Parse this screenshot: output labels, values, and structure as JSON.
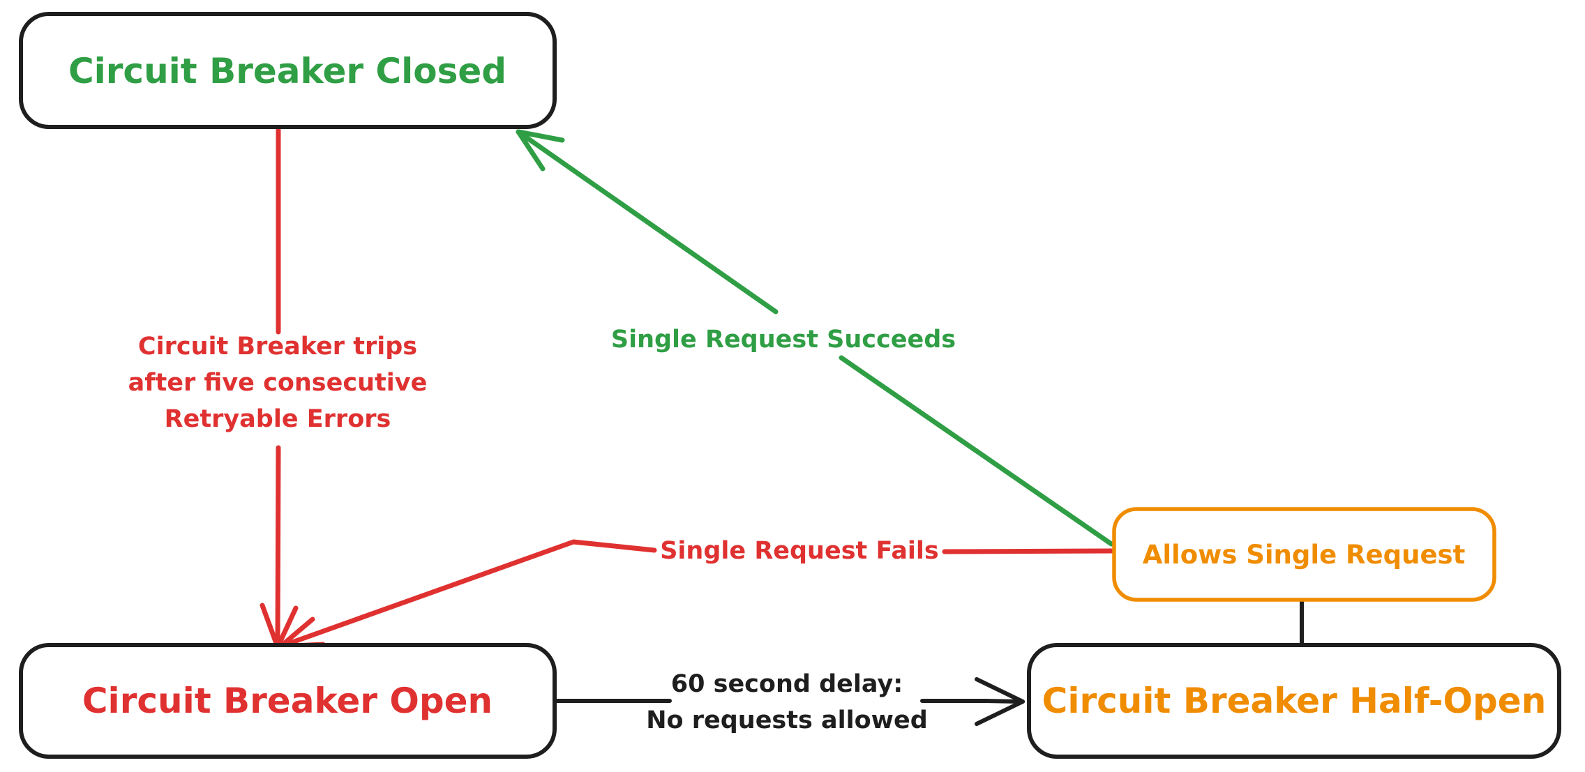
{
  "diagram_name": "circuit-breaker-state-diagram",
  "colors": {
    "green": "#2f9e44",
    "red": "#e03131",
    "orange": "#f08c00",
    "ink": "#1e1e1e",
    "background": "#ffffff"
  },
  "nodes": {
    "closed": {
      "label": "Circuit Breaker Closed",
      "text_color": "#2f9e44",
      "border_color": "#1e1e1e"
    },
    "open": {
      "label": "Circuit Breaker Open",
      "text_color": "#e03131",
      "border_color": "#1e1e1e"
    },
    "half_open": {
      "label": "Circuit Breaker Half-Open",
      "text_color": "#f08c00",
      "border_color": "#1e1e1e"
    },
    "allows": {
      "label": "Allows Single Request",
      "text_color": "#f08c00",
      "border_color": "#f08c00"
    }
  },
  "edges": {
    "trip": {
      "from": "Circuit Breaker Closed",
      "to": "Circuit Breaker Open",
      "color": "#e03131",
      "line1": "Circuit Breaker trips",
      "line2": "after five consecutive",
      "line3": "Retryable Errors"
    },
    "succeeds": {
      "from": "Allows Single Request",
      "to": "Circuit Breaker Closed",
      "color": "#2f9e44",
      "label": "Single Request Succeeds"
    },
    "fails": {
      "from": "Allows Single Request",
      "to": "Circuit Breaker Open",
      "color": "#e03131",
      "label": "Single Request Fails"
    },
    "delay": {
      "from": "Circuit Breaker Open",
      "to": "Circuit Breaker Half-Open",
      "color": "#1e1e1e",
      "line1": "60 second delay:",
      "line2": "No requests allowed"
    },
    "half_open_link": {
      "from": "Allows Single Request",
      "to": "Circuit Breaker Half-Open",
      "color": "#1e1e1e",
      "label": ""
    }
  }
}
